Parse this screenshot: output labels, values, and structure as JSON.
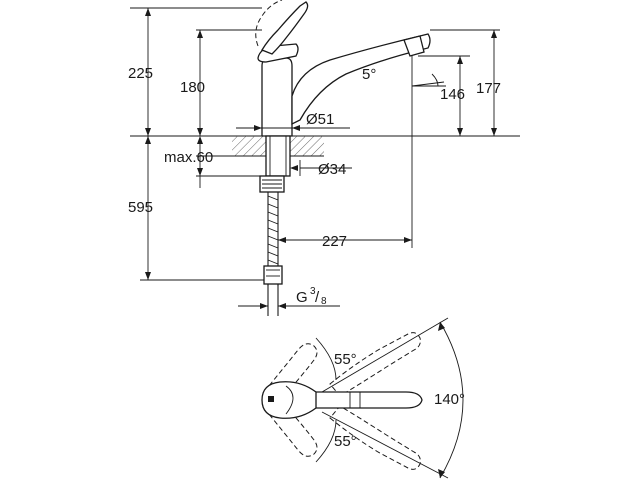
{
  "dimensions": {
    "total_height_above": "225",
    "handle_height": "180",
    "spout_height": "146",
    "overall_spout_height": "177",
    "tilt_angle": "5°",
    "base_diameter": "Ø51",
    "max_thickness": "max.60",
    "hole_diameter": "Ø34",
    "hose_length": "595",
    "spout_reach": "227",
    "thread_prefix": "G",
    "thread_numerator": "3",
    "thread_denominator": "8"
  },
  "top_view": {
    "swing_up": "55°",
    "swing_down": "55°",
    "spout_swing": "140°"
  }
}
